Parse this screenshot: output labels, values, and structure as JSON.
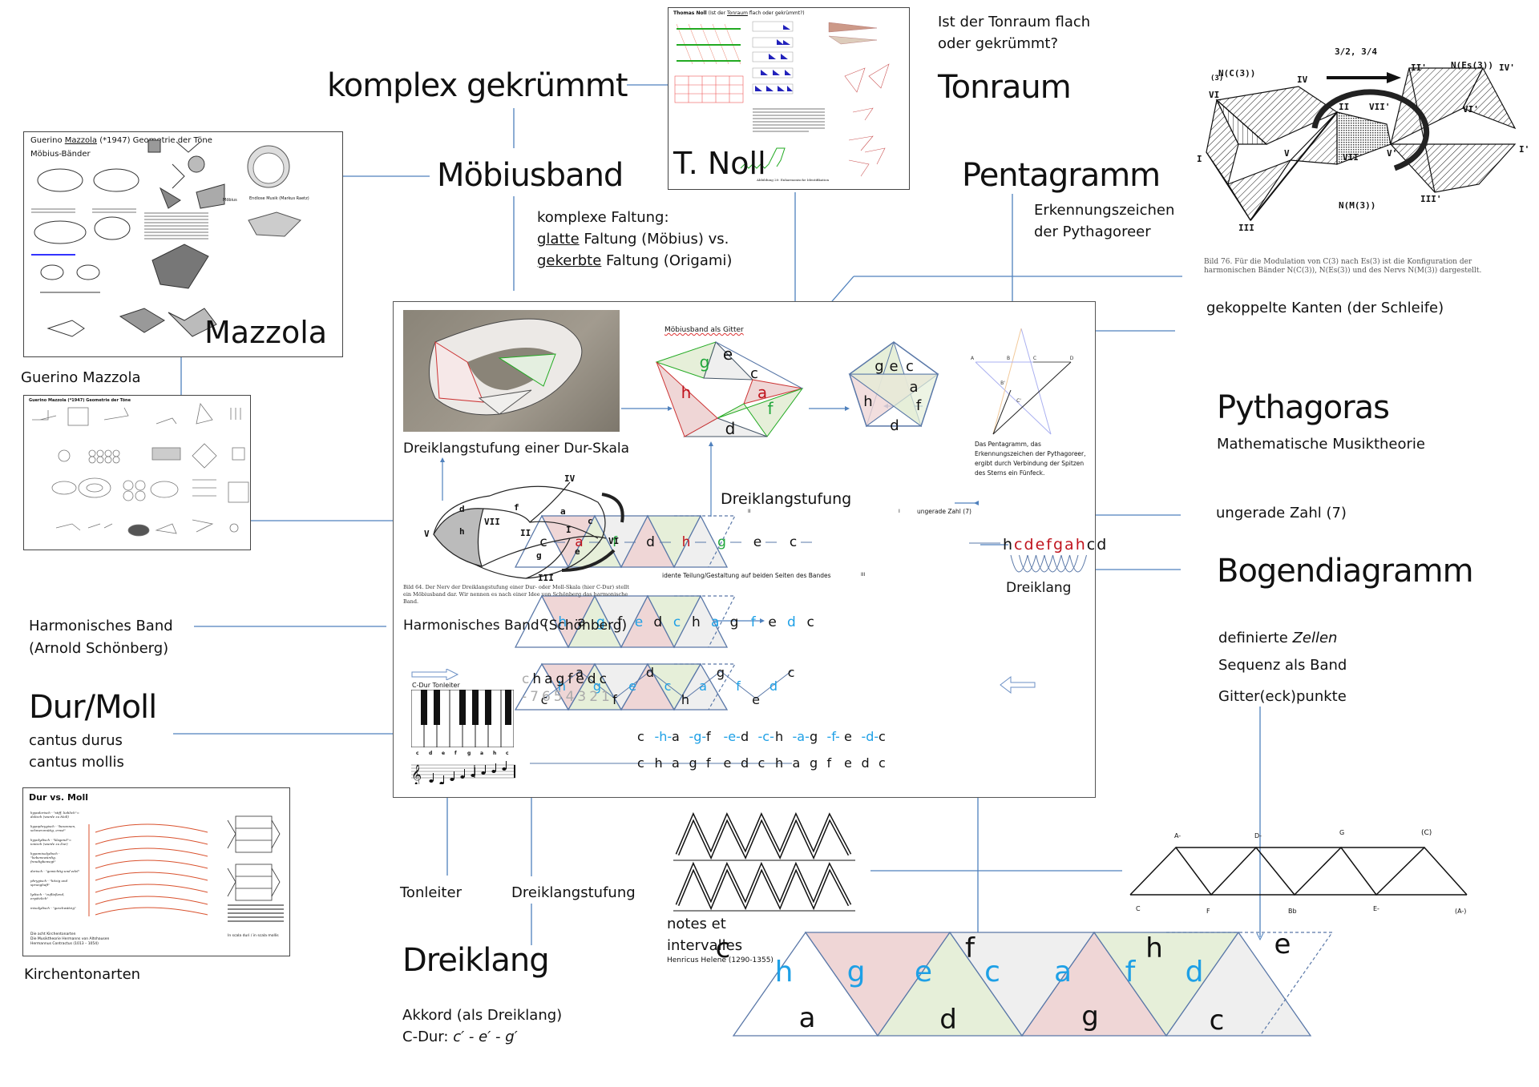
{
  "colors": {
    "connector": "#4f81bd",
    "red_cell": "#efd6d6",
    "green_cell": "#e6efd9",
    "grey_cell": "#efefef",
    "blue_note": "#1ea0e6",
    "red_note": "#c0141e",
    "green_note": "#1fa63a"
  },
  "nodes": {
    "komplex_gekruemmt": "komplex gekrümmt",
    "moebiusband": "Möbiusband",
    "faltung": {
      "line1": "komplexe Faltung:",
      "line2_u": "glatte",
      "line2_rest": " Faltung (Möbius) vs.",
      "line3_u": "gekerbte",
      "line3_rest": " Faltung (Origami)"
    },
    "tonraum_q": {
      "line1": "Ist der Tonraum flach",
      "line2": "oder gekrümmt?"
    },
    "tonraum": "Tonraum",
    "pentagramm": "Pentagramm",
    "pentagramm_sub": {
      "line1": "Erkennungszeichen",
      "line2": "der Pythagoreer"
    },
    "gekoppelte": "gekoppelte Kanten (der Schleife)",
    "pythagoras": "Pythagoras",
    "pythagoras_sub": "Mathematische Musiktheorie",
    "ungerade": "ungerade Zahl (7)",
    "bogendiagramm": "Bogendiagramm",
    "zellen": {
      "prefix": "definierte ",
      "italic": "Zellen"
    },
    "sequenz": "Sequenz als Band",
    "gitter": "Gitter(eck)punkte",
    "guerino": "Guerino Mazzola",
    "harmonisches": {
      "line1": "Harmonisches Band",
      "line2": "(Arnold Schönberg)"
    },
    "durmoll": "Dur/Moll",
    "durmoll_sub": {
      "line1": "cantus durus",
      "line2": "cantus mollis"
    },
    "kirchentonarten": "Kirchentonarten",
    "tonleiter": "Tonleiter",
    "dreiklangstufung": "Dreiklangstufung",
    "dreiklang": "Dreiklang",
    "akkord": {
      "line1": "Akkord (als Dreiklang)",
      "line2_prefix": "C-Dur: ",
      "line2_italic": "c′ - e′ - g′"
    },
    "notes_et": {
      "line1": "notes et",
      "line2": "intervalles",
      "credit": "Henricus Helene (1290-1355)"
    }
  },
  "thumbnails": {
    "mazzola1": {
      "title_a": "Guerino ",
      "title_u": "Mazzola",
      "title_b": " (*1947) Geometrie der Töne",
      "subtitle": "Möbius-Bänder",
      "overlay": "Mazzola",
      "caption1": "Möbius",
      "caption2": "Endlose Musik (Markus Raetz)"
    },
    "mazzola2": {
      "title": "Guerino Mazzola (*1947) Geometrie der Töne"
    },
    "noll": {
      "title_a": "Thomas Noll",
      "title_b": " (Ist der ",
      "title_u": "Tonraum",
      "title_c": " flach oder gekrümmt?)",
      "overlay": "T. Noll",
      "caption": "Abbildung 20: Enharmonische Identifikation"
    },
    "mazzola_fig": {
      "top": "3/2, 3/4",
      "left": "N(C(3))",
      "right": "N(Es(3))",
      "bottom": "N(M(3))",
      "caption": "Bild 76.  Für die Modulation von C(3) nach Es(3) ist die Konfiguration der harmonischen Bänder N(C(3)), N(Es(3)) und des Nervs N(M(3)) dargestellt.",
      "roman": [
        "VI",
        "IV",
        "II",
        "VII'",
        "II'",
        "IV'",
        "VI'",
        "I",
        "V",
        "VII",
        "V'",
        "I'",
        "III",
        "III'",
        "(3)"
      ]
    },
    "durmoll": {
      "title": "Dur vs. Moll",
      "modes": [
        "hypodorisch - \"stiff, lieblich\"= dolisch (wurde zu Moll)",
        "hypophrygisch - \"besonnen, schmerzmütig, ernst\"",
        "hypolydisch - \"klagend\"= ionisch (wurde zu Dur)",
        "hypomixolydisch - \"liebenswürdig, freudigbewegt\"",
        "dorisch - \"gewichtig und edel\"",
        "phrygisch - \"hitzig und sprunghaft\"",
        "lydisch - \"zufließend, ergötzlich\"",
        "mixolydisch - \"geschwätzig\""
      ],
      "foot1": "Die acht Kirchentonarten",
      "foot2": "Die Musiktheorie Hermanns von Altshausen",
      "foot3": "Hermannus Contractus (1013 – 1054)",
      "foot_right": "In scala duri / in scala mollis"
    }
  },
  "frame": {
    "photo_caption": "Dreiklangstufung einer Dur-Skala",
    "moebius_gitter_title": "Möbiusband als Gitter",
    "pentagon_notes": {
      "g": "g",
      "e": "e",
      "c": "c",
      "a": "a",
      "h": "h",
      "f": "f",
      "d": "d"
    },
    "pentagram_labels": [
      "A",
      "B",
      "C",
      "D",
      "B'",
      "C'"
    ],
    "pentagram_caption": [
      "Das Pentagramm, das",
      "Erkennungszeichen der Pythagoreer,",
      "ergibt durch Verbindung der Spitzen",
      "des Sterns ein Fünfeck."
    ],
    "nerv": {
      "labels": [
        "IV",
        "f",
        "a",
        "d",
        "VII",
        "V",
        "h",
        "II",
        "I",
        "c",
        "VI",
        "g",
        "e",
        "III"
      ],
      "caption": "Bild 64.  Der Nerv der Dreiklangstufung einer Dur- oder Moll-Skala (hier C-Dur) stellt ein Möbiusband dar. Wir nennen es nach einer Idee von Schönberg das harmonische Band."
    },
    "harmonisches_title": "Harmonisches Band (Schönberg)",
    "dreiklangstufung_title": "Dreiklangstufung",
    "roman_top": [
      "II",
      "I"
    ],
    "roman_bottom": "III",
    "ungerade_small": "ungerade Zahl (7)",
    "ident": "idente Teilung/Gestaltung auf beiden Seiten des Bandes",
    "band1_notes": [
      {
        "n": "c",
        "c": "black"
      },
      {
        "n": "a",
        "c": "red"
      },
      {
        "n": "f",
        "c": "green"
      },
      {
        "n": "d",
        "c": "black"
      },
      {
        "n": "h",
        "c": "red"
      },
      {
        "n": "g",
        "c": "green"
      },
      {
        "n": "e",
        "c": "black"
      },
      {
        "n": "c",
        "c": "black"
      }
    ],
    "scale_row": [
      {
        "n": "h",
        "c": "black"
      },
      {
        "n": "c",
        "c": "red"
      },
      {
        "n": "d",
        "c": "red"
      },
      {
        "n": "e",
        "c": "red"
      },
      {
        "n": "f",
        "c": "red"
      },
      {
        "n": "g",
        "c": "red"
      },
      {
        "n": "a",
        "c": "red"
      },
      {
        "n": "h",
        "c": "red"
      },
      {
        "n": "c",
        "c": "black"
      },
      {
        "n": "d",
        "c": "black"
      }
    ],
    "dreiklang_small": "Dreiklang",
    "band2_notes": [
      {
        "n": "c",
        "c": "black"
      },
      {
        "n": "h",
        "c": "blue"
      },
      {
        "n": "a",
        "c": "black"
      },
      {
        "n": "g",
        "c": "blue"
      },
      {
        "n": "f",
        "c": "black"
      },
      {
        "n": "e",
        "c": "blue"
      },
      {
        "n": "d",
        "c": "black"
      },
      {
        "n": "c",
        "c": "blue"
      },
      {
        "n": "h",
        "c": "black"
      },
      {
        "n": "a",
        "c": "blue"
      },
      {
        "n": "g",
        "c": "black"
      },
      {
        "n": "f",
        "c": "blue"
      },
      {
        "n": "e",
        "c": "black"
      },
      {
        "n": "d",
        "c": "blue"
      },
      {
        "n": "c",
        "c": "black"
      }
    ],
    "tonleiter_label": "C-Dur Tonleiter",
    "piano_keys": [
      "c",
      "d",
      "e",
      "f",
      "g",
      "a",
      "h",
      "c"
    ],
    "descending_first": "c",
    "descending": "hagfedc",
    "degrees_first": "-",
    "degrees": "7654321",
    "band3_top": [
      "a",
      "d",
      "g",
      "c"
    ],
    "band3_mid": [
      "h",
      "g",
      "e",
      "c",
      "a",
      "f",
      "d"
    ],
    "band3_bottom": [
      "c",
      "f",
      "h",
      "e"
    ],
    "row_dashed": [
      {
        "n": "c",
        "c": "black"
      },
      {
        "n": "-h-",
        "c": "blue"
      },
      {
        "n": "a",
        "c": "black"
      },
      {
        "n": "-g-",
        "c": "blue"
      },
      {
        "n": "f",
        "c": "black"
      },
      {
        "n": "-e-",
        "c": "blue"
      },
      {
        "n": "d",
        "c": "black"
      },
      {
        "n": "-c-",
        "c": "blue"
      },
      {
        "n": "h",
        "c": "black"
      },
      {
        "n": "-a-",
        "c": "blue"
      },
      {
        "n": "g",
        "c": "black"
      },
      {
        "n": "-f-",
        "c": "blue"
      },
      {
        "n": "e",
        "c": "black"
      },
      {
        "n": "-d-",
        "c": "blue"
      },
      {
        "n": "c",
        "c": "black"
      }
    ],
    "row_line": [
      "c",
      "h",
      "a",
      "g",
      "f",
      "e",
      "d",
      "c",
      "h",
      "a",
      "g",
      "f",
      "e",
      "d",
      "c"
    ]
  },
  "truss": {
    "top": [
      "A-",
      "D-",
      "G",
      "(C)"
    ],
    "bottom": [
      "C",
      "F",
      "Bb",
      "E-",
      "(A-)"
    ]
  },
  "big_band": {
    "top": [
      "c",
      "f",
      "h",
      "e"
    ],
    "mid": [
      "h",
      "g",
      "e",
      "c",
      "a",
      "f",
      "d"
    ],
    "bottom": [
      "a",
      "d",
      "g",
      "c"
    ]
  }
}
